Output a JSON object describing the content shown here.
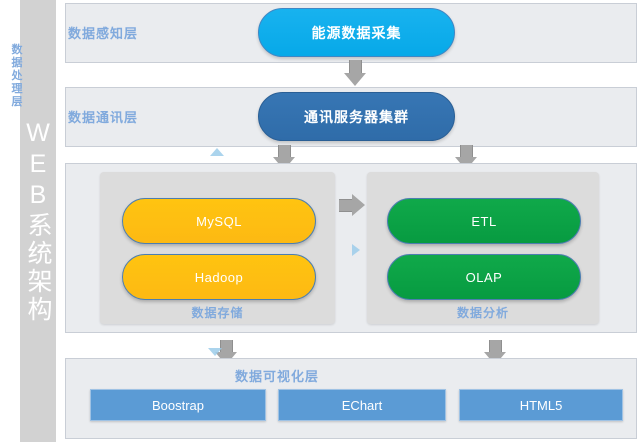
{
  "sidebar": {
    "title": "WEB系统架构"
  },
  "layers": [
    {
      "label": "数据感知层",
      "node": "能源数据采集"
    },
    {
      "label": "数据通讯层",
      "node": "通讯服务器集群"
    },
    {
      "label": "数据处理层",
      "groups": [
        {
          "label": "数据存储",
          "nodes": [
            "MySQL",
            "Hadoop"
          ]
        },
        {
          "label": "数据分析",
          "nodes": [
            "ETL",
            "OLAP"
          ]
        }
      ]
    },
    {
      "label": "数据可视化层",
      "nodes": [
        "Boostrap",
        "EChart",
        "HTML5"
      ]
    }
  ],
  "colors": {
    "sidebar_bar": "#d2d2d2",
    "panel_bg": "#eaecef",
    "panel_border": "#c9ced6",
    "layer_label": "#81aadd",
    "node_collect": "#07a9e8",
    "node_server": "#2f6ca9",
    "group_bg": "#dcdcdc",
    "node_storage": "#fdb913",
    "node_analysis": "#079b41",
    "vis_button": "#5b9bd5",
    "arrow_gray": "#a6a6a6",
    "arrow_blue": "#9ccdea"
  },
  "icons": {
    "arrow_down": "arrow-down-icon",
    "arrow_right": "arrow-right-icon",
    "triangle_up": "triangle-up-icon",
    "triangle_down": "triangle-down-icon",
    "triangle_right": "triangle-right-icon"
  }
}
